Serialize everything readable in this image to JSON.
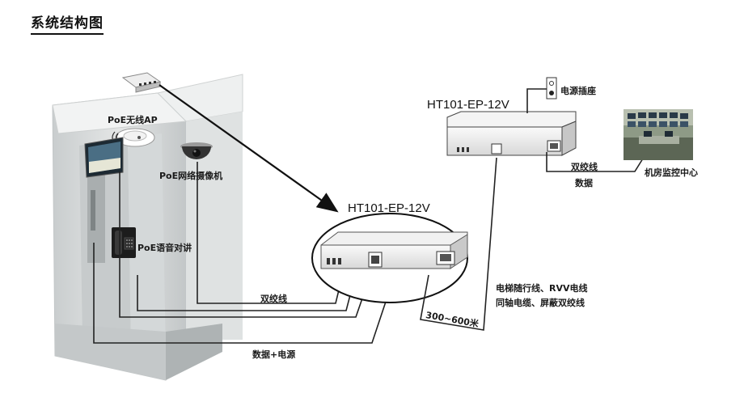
{
  "title": "系统结构图",
  "labels": {
    "poe_ap": "PoE无线AP",
    "poe_camera": "PoE网络摄像机",
    "poe_intercom": "PoE语音对讲",
    "twisted_pair_left": "双绞线",
    "data_power": "数据+电源",
    "device_right": "HT101-EP-12V",
    "device_top": "HT101-EP-12V",
    "distance": "300~600米",
    "cable_line1": "电梯随行线、RVV电线",
    "cable_line2": "同轴电缆、屏蔽双绞线",
    "power_socket": "电源插座",
    "twisted_pair_right": "双绞线",
    "data_right": "数据",
    "monitor_center": "机房监控中心"
  },
  "colors": {
    "line": "#222222",
    "elevator_glass": "#d9dcdc",
    "elevator_shadow": "#b9bebf",
    "device_body": "#f4f4f4"
  }
}
